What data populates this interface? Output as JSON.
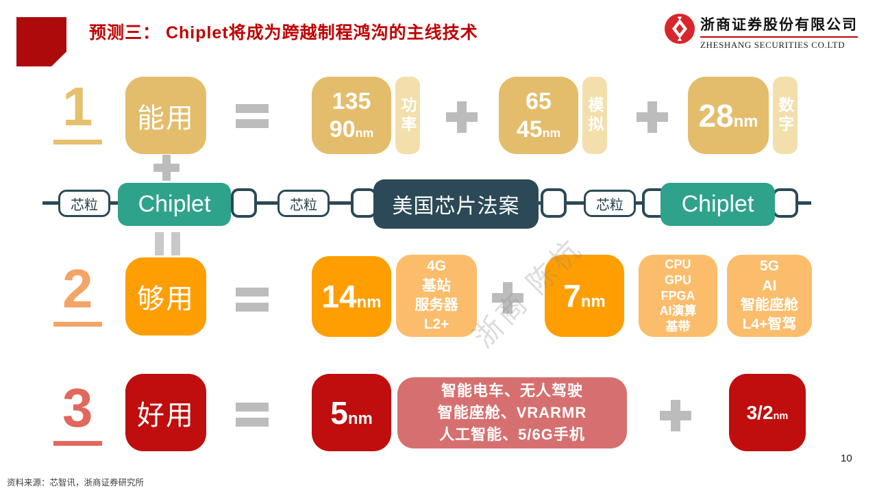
{
  "header": {
    "title": "预测三： Chiplet将成为跨越制程鸿沟的主线技术",
    "logo_cn": "浙商证券股份有限公司",
    "logo_en": "ZHESHANG SECURITIES CO.LTD"
  },
  "operators": {
    "plus": "+",
    "equals": "="
  },
  "row1": {
    "number": "1",
    "label": "能用",
    "node1_line1": "135",
    "node1_line2": "90",
    "node1_unit": "nm",
    "tag1": "功率",
    "node2_line1": "65",
    "node2_line2": "45",
    "node2_unit": "nm",
    "tag2": "模拟",
    "node3_num": "28",
    "node3_unit": "nm",
    "tag3": "数字"
  },
  "chain": {
    "chip1": "芯粒",
    "chiplet1": "Chiplet",
    "chip2": "芯粒",
    "act": "美国芯片法案",
    "chip3": "芯粒",
    "chiplet2": "Chiplet"
  },
  "row2": {
    "number": "2",
    "label": "够用",
    "node1_num": "14",
    "node1_unit": "nm",
    "apps1": [
      "4G",
      "基站",
      "服务器",
      "L2+"
    ],
    "node2_num": "7",
    "node2_unit": "nm",
    "apps2": [
      "CPU",
      "GPU",
      "FPGA",
      "AI演算",
      "基带"
    ],
    "apps3": [
      "5G",
      "AI",
      "智能座舱",
      "L4+智驾"
    ]
  },
  "row3": {
    "number": "3",
    "label": "好用",
    "node1_num": "5",
    "node1_unit": "nm",
    "apps": [
      "智能电车、无人驾驶",
      "智能座舱、VRARMR",
      "人工智能、5/6G手机"
    ],
    "node2_num": "3/2",
    "node2_unit": "nm"
  },
  "watermark": "浙商 陈杭",
  "footer": {
    "source": "资料来源：芯智讯，浙商证券研究所",
    "page": "10"
  },
  "colors": {
    "title_red": "#C00000",
    "corner_red": "#AD0B0B",
    "gold": "#E3BD6B",
    "gold_light": "#F2DFAC",
    "orange": "#FF9E00",
    "orange_light": "#FBBD6C",
    "deep_red": "#C00D0D",
    "pink_red": "#D67070",
    "teal": "#2FA28C",
    "navy": "#2B4956",
    "connector_gray": "#BCBCBC"
  }
}
